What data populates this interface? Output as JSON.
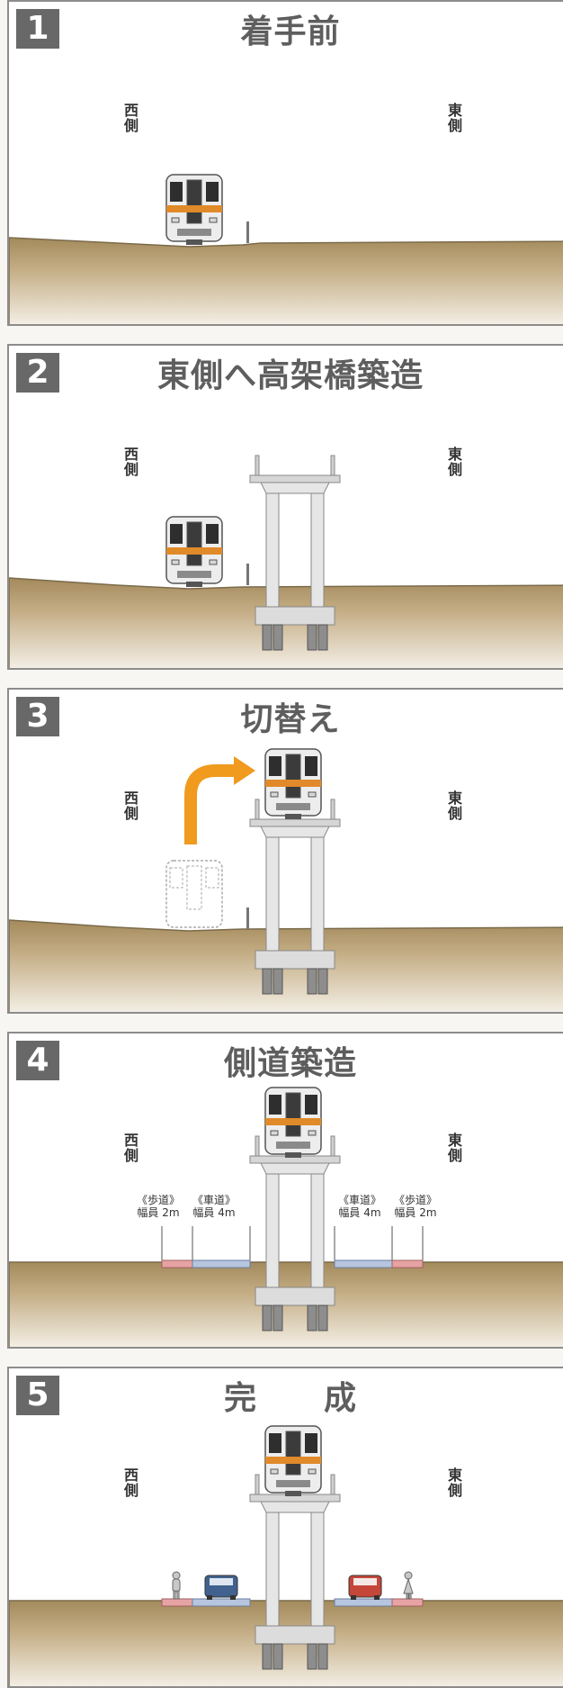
{
  "sides": {
    "west": "西側",
    "east": "東側"
  },
  "panels": [
    {
      "number": "1",
      "title": "着手前"
    },
    {
      "number": "2",
      "title": "東側へ高架橋築造"
    },
    {
      "number": "3",
      "title": "切替え"
    },
    {
      "number": "4",
      "title": "側道築造"
    },
    {
      "number": "5",
      "title": "完　　成"
    }
  ],
  "road_labels": {
    "sidewalk_left": {
      "kind": "《歩道》",
      "width": "幅員 2m"
    },
    "roadway_left": {
      "kind": "《車道》",
      "width": "幅員 4m"
    },
    "roadway_right": {
      "kind": "《車道》",
      "width": "幅員 4m"
    },
    "sidewalk_right": {
      "kind": "《歩道》",
      "width": "幅員 2m"
    }
  },
  "colors": {
    "ground_top": "#a48a5c",
    "ground_bottom": "#f4efe6",
    "arrow": "#f09a1e",
    "train_stripe": "#e08a2a",
    "sidewalk": "#e7a3a3",
    "roadway": "#b7c6de"
  }
}
